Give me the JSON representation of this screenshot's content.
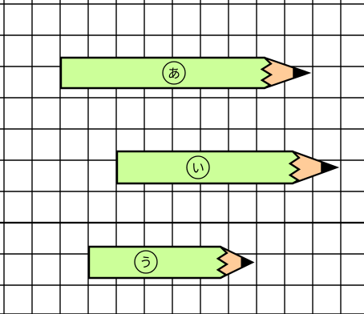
{
  "diagram": {
    "background_color": "#ffffff",
    "grid_line_color": "#000000",
    "pencil_body_color": "#ccff99",
    "pencil_wood_color": "#ffcc99",
    "pencil_lead_color": "#000000",
    "pencils": [
      {
        "label": "あ"
      },
      {
        "label": "い"
      },
      {
        "label": "う"
      }
    ]
  }
}
